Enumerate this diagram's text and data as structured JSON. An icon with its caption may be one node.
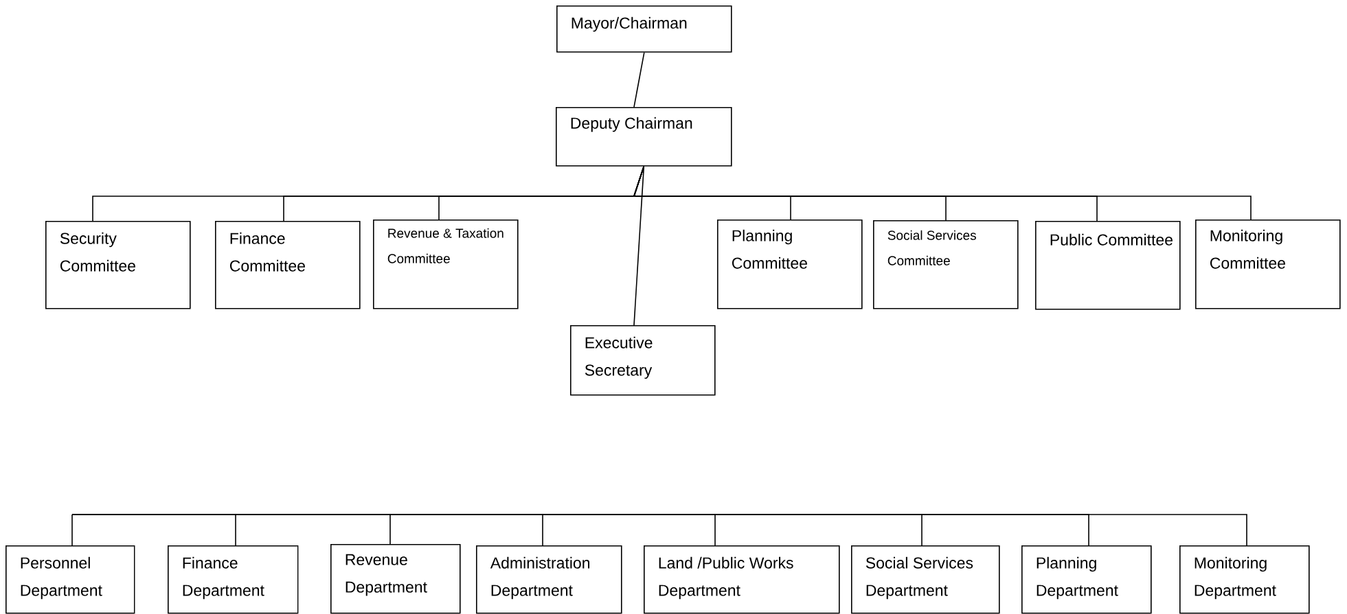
{
  "diagram": {
    "nodes": [
      {
        "text": [
          "Mayor/Chairman"
        ]
      },
      {
        "text": [
          "Deputy Chairman"
        ]
      },
      {
        "text": [
          "Security Committee"
        ]
      },
      {
        "text": [
          "Finance Committee"
        ]
      },
      {
        "text": [
          "Revenue & Taxation Committee"
        ]
      },
      {
        "text": [
          "Planning Committee"
        ]
      },
      {
        "text": [
          "Social Services Committee"
        ]
      },
      {
        "text": [
          "Public Committee"
        ]
      },
      {
        "text": [
          "Monitoring Committee"
        ]
      },
      {
        "text": [
          "Executive Secretary"
        ]
      },
      {
        "text": [
          "Personnel Department"
        ]
      },
      {
        "text": [
          "Finance Department"
        ]
      },
      {
        "text": [
          "Revenue Department"
        ]
      },
      {
        "text": [
          "Administration Department"
        ]
      },
      {
        "text": [
          "Land /Public Works Department"
        ]
      },
      {
        "text": [
          "Social Services Department"
        ]
      },
      {
        "text": [
          "Planning Department"
        ]
      },
      {
        "text": [
          "Monitoring Department"
        ]
      }
    ],
    "edges": [
      {
        "from": 0,
        "to": 1,
        "arrow": "none"
      },
      {
        "from": 1,
        "to": 2,
        "arrow": "none"
      },
      {
        "from": 1,
        "to": 3,
        "arrow": "none"
      },
      {
        "from": 1,
        "to": 4,
        "arrow": "none"
      },
      {
        "from": 1,
        "to": 5,
        "arrow": "none"
      },
      {
        "from": 1,
        "to": 6,
        "arrow": "none"
      },
      {
        "from": 1,
        "to": 7,
        "arrow": "none"
      },
      {
        "from": 1,
        "to": 8,
        "arrow": "none"
      },
      {
        "from": 1,
        "to": 9,
        "arrow": "none"
      },
      {
        "from": null,
        "to": 10,
        "arrow": "none"
      },
      {
        "from": null,
        "to": 11,
        "arrow": "none"
      },
      {
        "from": null,
        "to": 12,
        "arrow": "none"
      },
      {
        "from": null,
        "to": 13,
        "arrow": "none"
      },
      {
        "from": null,
        "to": 14,
        "arrow": "none"
      },
      {
        "from": null,
        "to": 15,
        "arrow": "none"
      },
      {
        "from": null,
        "to": 16,
        "arrow": "none"
      },
      {
        "from": null,
        "to": 17,
        "arrow": "none"
      }
    ]
  }
}
